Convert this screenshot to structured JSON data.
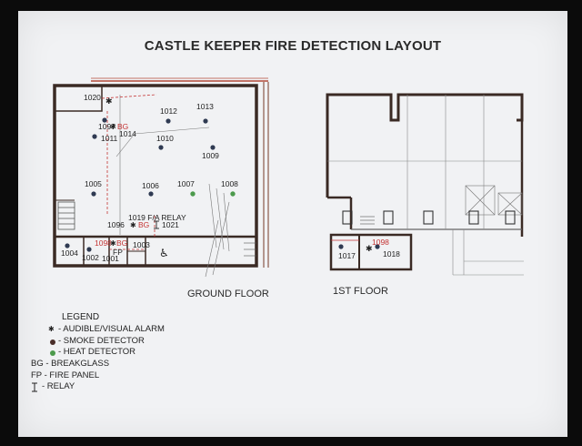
{
  "title": "CASTLE KEEPER FIRE DETECTION LAYOUT",
  "ground_floor_label": "GROUND FLOOR",
  "first_floor_label": "1ST FLOOR",
  "rooms": {
    "r1020": "1020",
    "r1012": "1012",
    "r1013": "1013",
    "r1097": "1097",
    "r1011": "1011",
    "r1014": "1014",
    "r1010": "1010",
    "r1009": "1009",
    "r1005": "1005",
    "r1006": "1006",
    "r1007": "1007",
    "r1008": "1008",
    "r1019": "1019 F/A RELAY",
    "r1096": "1096",
    "r1021": "1021",
    "r1004": "1004",
    "r1098a": "1098",
    "r1002": "1002",
    "r1001": "1001",
    "r1003": "1003",
    "r1098": "1098",
    "r1017": "1017",
    "r1018": "1018"
  },
  "tags": {
    "bg1": "BG",
    "bg2": "BG",
    "bg3": "BG",
    "fp": "FP"
  },
  "legend": {
    "title": "LEGEND",
    "alarm": "- AUDIBLE/VISUAL ALARM",
    "smoke": "- SMOKE DETECTOR",
    "heat": "- HEAT DETECTOR",
    "bg": "BG - BREAKGLASS",
    "fp": "FP - FIRE PANEL",
    "relay": "- RELAY"
  },
  "colors": {
    "smoke_detector": "#2f3a52",
    "heat_detector": "#4c9a4c",
    "breakglass_text": "#c43333",
    "wall": "#3a2a24"
  }
}
